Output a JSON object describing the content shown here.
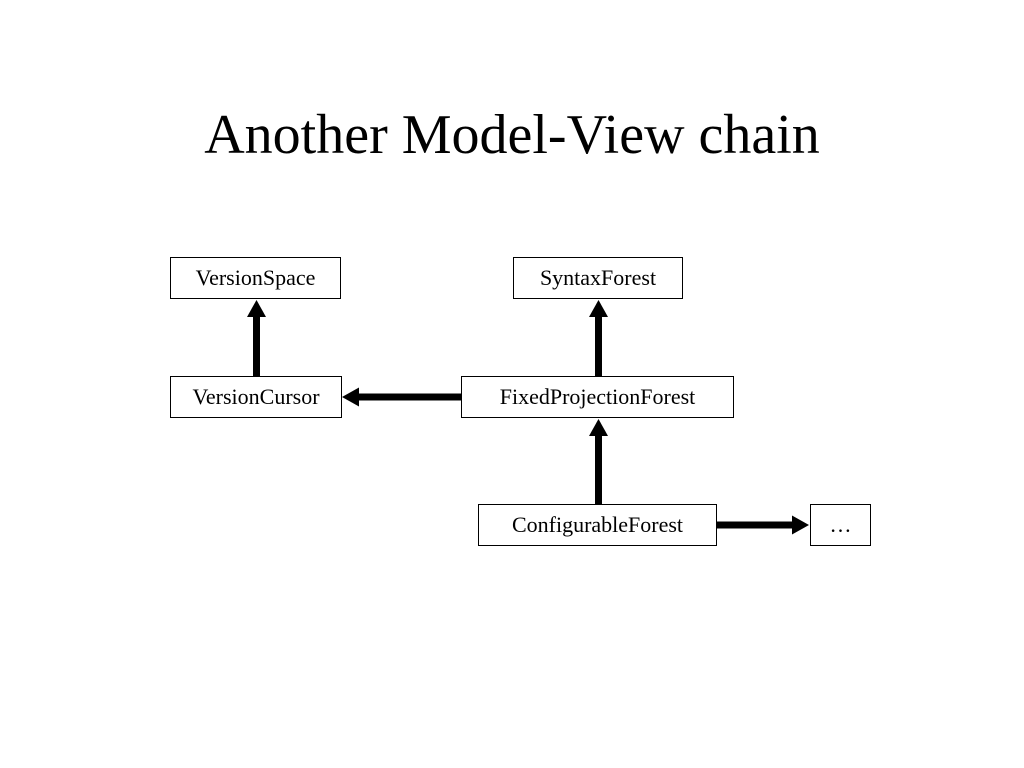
{
  "slide": {
    "title": "Another Model-View chain"
  },
  "diagram": {
    "nodes": {
      "version_space": "VersionSpace",
      "syntax_forest": "SyntaxForest",
      "version_cursor": "VersionCursor",
      "fixed_projection_forest": "FixedProjectionForest",
      "configurable_forest": "ConfigurableForest",
      "ellipsis": "…"
    },
    "edges": [
      {
        "from": "VersionCursor",
        "to": "VersionSpace"
      },
      {
        "from": "FixedProjectionForest",
        "to": "VersionCursor"
      },
      {
        "from": "FixedProjectionForest",
        "to": "SyntaxForest"
      },
      {
        "from": "ConfigurableForest",
        "to": "FixedProjectionForest"
      },
      {
        "from": "ConfigurableForest",
        "to": "…"
      }
    ]
  }
}
